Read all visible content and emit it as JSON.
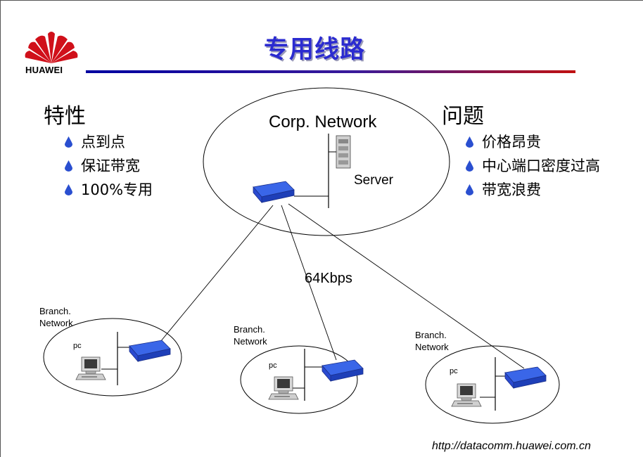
{
  "header": {
    "logo_text": "HUAWEI",
    "title": "专用线路"
  },
  "features": {
    "heading": "特性",
    "items": [
      "点到点",
      "保证带宽",
      "100%专用"
    ]
  },
  "problems": {
    "heading": "问题",
    "items": [
      "价格昂贵",
      "中心端口密度过高",
      "带宽浪费"
    ]
  },
  "diagram": {
    "corp_label": "Corp. Network",
    "server_label": "Server",
    "link_label": "64Kbps",
    "branches": [
      {
        "line1": "Branch.",
        "line2": "Network",
        "pc_label": "pc"
      },
      {
        "line1": "Branch.",
        "line2": "Network",
        "pc_label": "pc"
      },
      {
        "line1": "Branch.",
        "line2": "Network",
        "pc_label": "pc"
      }
    ]
  },
  "footer": {
    "url": "http://datacomm.huawei.com.cn"
  },
  "colors": {
    "title": "#2b2bd0",
    "logo": "#d0101a",
    "bullet": "#2a4fd0",
    "router": "#2550d8"
  }
}
